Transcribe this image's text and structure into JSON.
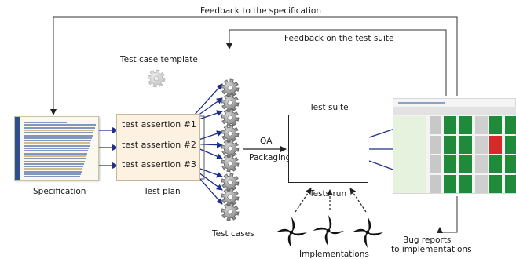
{
  "labels": {
    "feedback_spec": "Feedback to the specification",
    "feedback_suite": "Feedback on the test suite",
    "template": "Test case template",
    "specification": "Specification",
    "test_plan": "Test plan",
    "test_cases": "Test cases",
    "test_suite": "Test suite",
    "qa": "QA",
    "packaging": "Packaging",
    "tests_run": "Tests run",
    "implementations": "Implementations",
    "bug_reports_1": "Bug reports",
    "bug_reports_2": "to implementations"
  },
  "assertions": [
    "test assertion #1",
    "test assertion #2",
    "test assertion #3"
  ],
  "colors": {
    "arrow_blue": "#1d2e8f",
    "gear_gray": "#9a9a9a",
    "pass_green": "#1f8a3a",
    "fail_red": "#d62a2a",
    "plan_fill": "#fdf1e2",
    "spec_bar": "#2a4f8c"
  },
  "icons": [
    "gear-icon",
    "pinwheel-icon",
    "document-icon",
    "results-grid-icon"
  ]
}
